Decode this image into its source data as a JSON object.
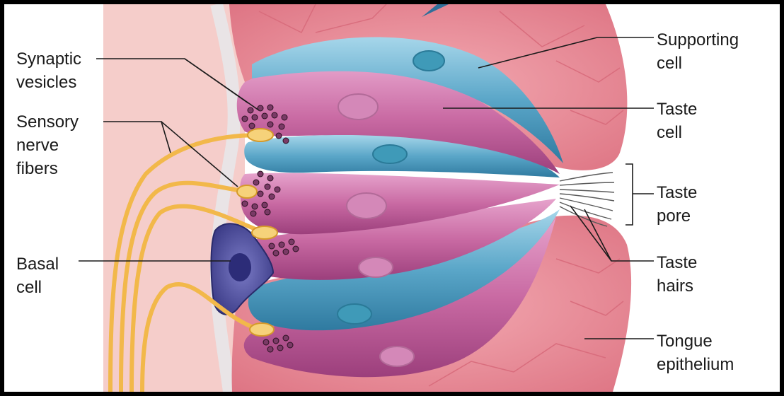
{
  "labels": {
    "synaptic_vesicles": [
      "Synaptic",
      "vesicles"
    ],
    "sensory_nerve_fibers": [
      "Sensory",
      "nerve",
      "fibers"
    ],
    "basal_cell": [
      "Basal",
      "cell"
    ],
    "supporting_cell": [
      "Supporting",
      "cell"
    ],
    "taste_cell": [
      "Taste",
      "cell"
    ],
    "taste_pore": [
      "Taste",
      "pore"
    ],
    "taste_hairs": [
      "Taste",
      "hairs"
    ],
    "tongue_epithelium": [
      "Tongue",
      "epithelium"
    ]
  },
  "colors": {
    "border": "#000000",
    "background": "#ffffff",
    "connective_tissue": "#f4c8c4",
    "tongue_epithelium": "#ea8e99",
    "taste_cell": "#c96aa3",
    "supporting_cell": "#5aa6c8",
    "basal_cell": "#4a4a9a",
    "nerve_fiber": "#f2b84a",
    "vesicle": "#5a2a4a",
    "leader_line": "#1a1a1a"
  }
}
